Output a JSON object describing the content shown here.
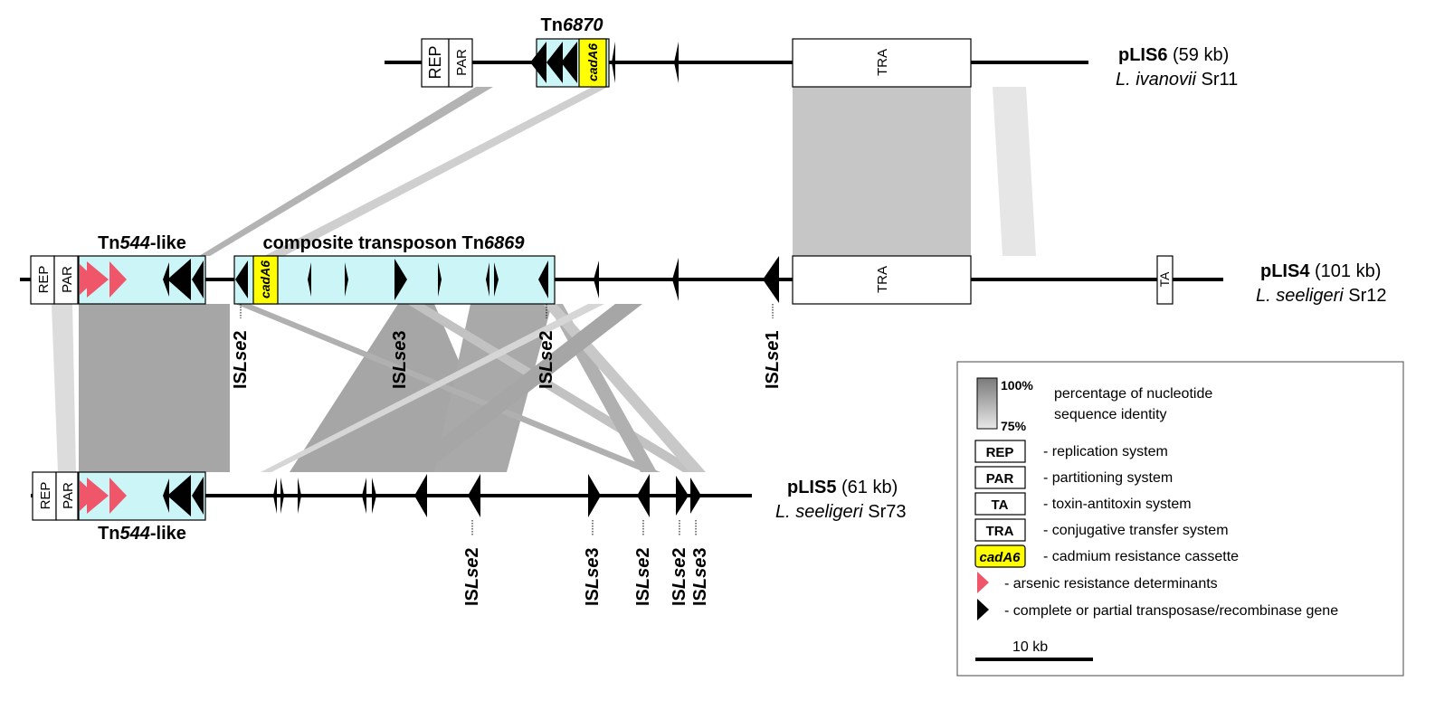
{
  "plasmids": {
    "plis6": {
      "name": "pLIS6",
      "size": "(59 kb)",
      "genus": "L. ivanovii",
      "strain": "Sr11"
    },
    "plis4": {
      "name": "pLIS4",
      "size": "(101 kb)",
      "genus": "L. seeligeri",
      "strain": "Sr12"
    },
    "plis5": {
      "name": "pLIS5",
      "size": "(61 kb)",
      "genus": "L. seeligeri",
      "strain": "Sr73"
    }
  },
  "elements": {
    "tn6870": {
      "pre": "Tn",
      "num": "6870"
    },
    "tn544_top": {
      "pre": "Tn",
      "num": "544",
      "post": "-like"
    },
    "tn544_bottom": {
      "pre": "Tn",
      "num": "544",
      "post": "-like"
    },
    "composite": {
      "pre": "composite transposon Tn",
      "num": "6869"
    }
  },
  "boxes": {
    "rep": "REP",
    "par": "PAR",
    "tra": "TRA",
    "ta": "TA",
    "cad": "cadA6"
  },
  "is_labels": {
    "pLIS4": [
      {
        "pre": "IS",
        "it": "Lse",
        "num": "2"
      },
      {
        "pre": "IS",
        "it": "Lse",
        "num": "3"
      },
      {
        "pre": "IS",
        "it": "Lse",
        "num": "2"
      },
      {
        "pre": "IS",
        "it": "Lse",
        "num": "1"
      }
    ],
    "pLIS5": [
      {
        "pre": "IS",
        "it": "Lse",
        "num": "2"
      },
      {
        "pre": "IS",
        "it": "Lse",
        "num": "3"
      },
      {
        "pre": "IS",
        "it": "Lse",
        "num": "2"
      },
      {
        "pre": "IS",
        "it": "Lse",
        "num": "2"
      },
      {
        "pre": "IS",
        "it": "Lse",
        "num": "3"
      }
    ]
  },
  "legend": {
    "gradient_top": "100%",
    "gradient_bottom": "75%",
    "identity_line1": "percentage of nucleotide",
    "identity_line2": "sequence identity",
    "items": [
      {
        "box": "REP",
        "text": "- replication system"
      },
      {
        "box": "PAR",
        "text": "- partitioning system"
      },
      {
        "box": "TA",
        "text": "- toxin-antitoxin system"
      },
      {
        "box": "TRA",
        "text": "- conjugative transfer system"
      },
      {
        "box": "cadA6",
        "text": "- cadmium resistance cassette"
      }
    ],
    "arsenic": "- arsenic resistance determinants",
    "transposase": "- complete or partial transposase/recombinase gene",
    "scale": "10 kb"
  },
  "colors": {
    "tn_fill": "#ccf5f8",
    "cad_fill": "#ffff00",
    "arsenic": "#f0566a",
    "homology_dark": "#a6a6a6",
    "homology_mid": "#c6c6c6",
    "homology_light": "#e6e6e6"
  }
}
